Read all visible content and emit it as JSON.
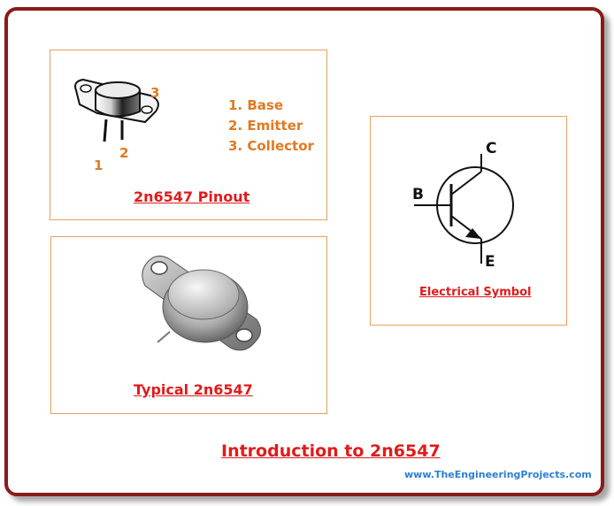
{
  "pinout": {
    "pin1": "1",
    "pin2": "2",
    "pin3": "3",
    "legend": [
      "1. Base",
      "2. Emitter",
      "3. Collector"
    ],
    "caption": "2n6547 Pinout"
  },
  "typical": {
    "caption": "Typical 2n6547"
  },
  "symbol": {
    "collector_label": "C",
    "base_label": "B",
    "emitter_label": "E",
    "caption": "Electrical Symbol"
  },
  "main_title": "Introduction to 2n6547",
  "credit": "www.TheEngineeringProjects.com",
  "colors": {
    "frame": "#8b1a1a",
    "panel_border": "#e8a060",
    "orange": "#e07a22",
    "caption_red": "#e01b1b",
    "credit_blue": "#2a7fd4"
  }
}
